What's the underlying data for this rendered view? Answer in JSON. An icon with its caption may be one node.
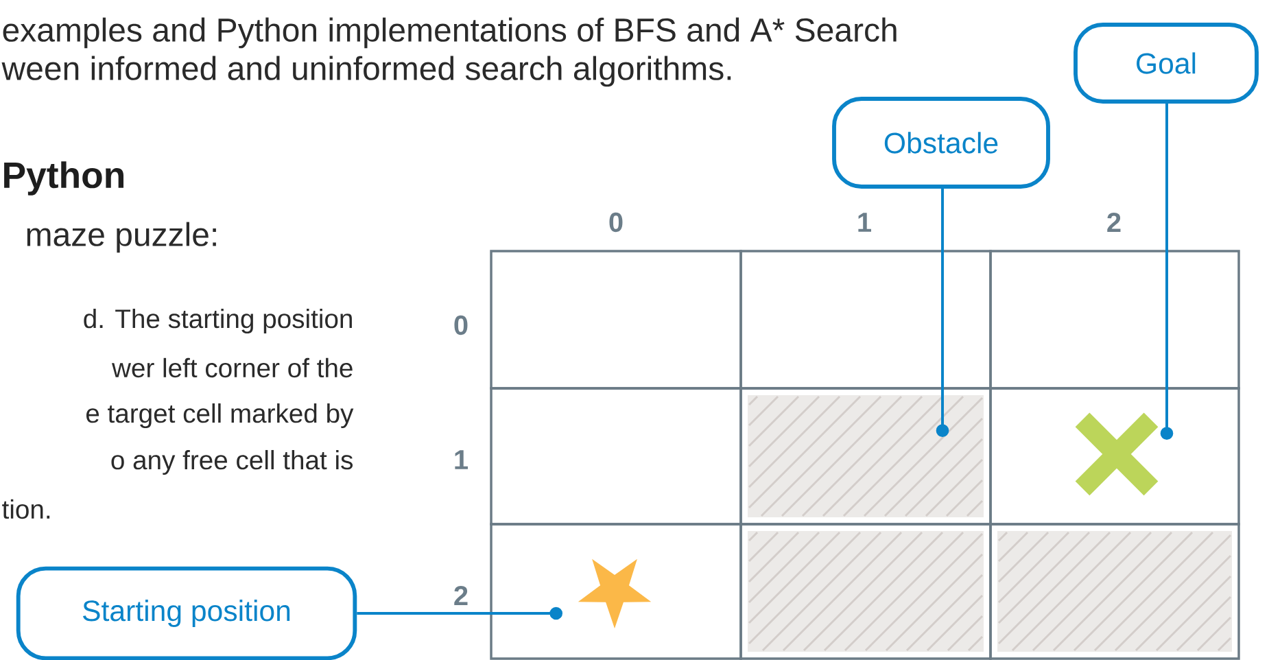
{
  "diagram": {
    "nodes": [
      {
        "text": [
          "Goal"
        ]
      },
      {
        "text": [
          "Obstacle"
        ]
      },
      {
        "text": [
          "Starting position"
        ]
      },
      {
        "text": [],
        "shape": "box"
      },
      {
        "text": [],
        "shape": "box"
      },
      {
        "text": [],
        "shape": "box"
      },
      {
        "text": [],
        "shape": "box"
      },
      {
        "text": [],
        "shape": "box"
      },
      {
        "text": [],
        "shape": "box"
      },
      {
        "text": [],
        "shape": "box"
      },
      {
        "text": [],
        "shape": "box"
      },
      {
        "text": [],
        "shape": "box"
      }
    ],
    "edges": [
      {
        "from": 1,
        "to": 7,
        "arrow": "other"
      },
      {
        "from": 0,
        "to": 8,
        "arrow": "other"
      },
      {
        "from": 2,
        "to": 9,
        "arrow": "other"
      }
    ],
    "labels": [
      "examples and Python implementations of BFS and A* Search",
      "ween informed and uninformed search algorithms.",
      "Python",
      "maze puzzle:",
      "0",
      "1",
      "2",
      "d. The starting position",
      "0",
      "wer left corner of the",
      "e target cell marked by",
      "o any free cell that is",
      "1",
      "tion.",
      "2"
    ]
  }
}
